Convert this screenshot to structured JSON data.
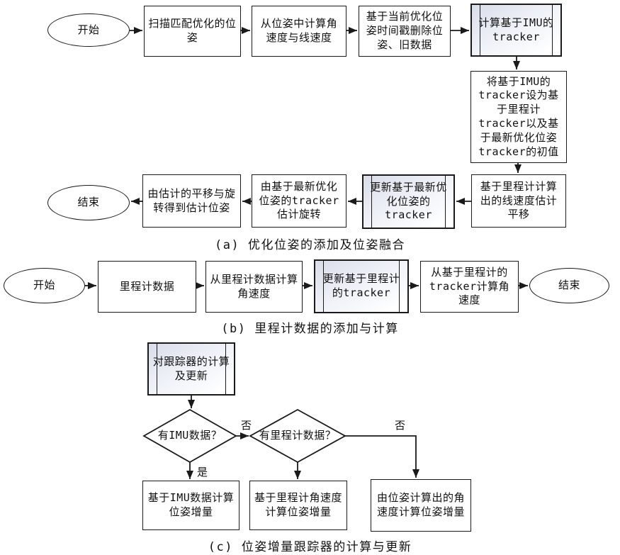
{
  "colors": {
    "stroke": "#1a1a1a",
    "predef_fill_top": "#d9dde9",
    "predef_fill_bottom": "#ffffff",
    "background": "#ffffff"
  },
  "a": {
    "caption": "(a) 优化位姿的添加及位姿融合",
    "nodes": {
      "start": "开始",
      "scan_match": "扫描匹配优化的位姿",
      "compute_velocity": "从位姿中计算角速度与线速度",
      "delete_old": "基于当前优化位姿时间戳删除位姿、旧数据",
      "compute_imu_tracker": "计算基于IMU的tracker",
      "set_initial": "将基于IMU的tracker设为基于里程计tracker以及基于最新优化位姿tracker的初值",
      "estimate_translation": "基于里程计计算出的线速度估计平移",
      "update_tracker": "更新基于最新优化位姿的tracker",
      "estimate_rotation": "由基于最新优化位姿的tracker估计旋转",
      "estimate_pose": "由估计的平移与旋转得到估计位姿",
      "end": "结束"
    }
  },
  "b": {
    "caption": "(b) 里程计数据的添加与计算",
    "nodes": {
      "start": "开始",
      "odom_data": "里程计数据",
      "compute_angular": "从里程计数据计算角速度",
      "update_odom_tracker": "更新基于里程计的tracker",
      "compute_from_tracker": "从基于里程计的tracker计算角速度",
      "end": "结束"
    }
  },
  "c": {
    "caption": "(c) 位姿增量跟踪器的计算与更新",
    "nodes": {
      "tracker_update": "对跟踪器的计算及更新",
      "has_imu": "有IMU数据？",
      "has_odom": "有里程计数据？",
      "imu_increment": "基于IMU数据计算位姿增量",
      "odom_increment": "基于里程计角速度计算位姿增量",
      "pose_increment": "由位姿计算出的角速度计算位姿增量"
    },
    "labels": {
      "yes": "是",
      "no_imu": "否",
      "no_odom": "否"
    }
  }
}
